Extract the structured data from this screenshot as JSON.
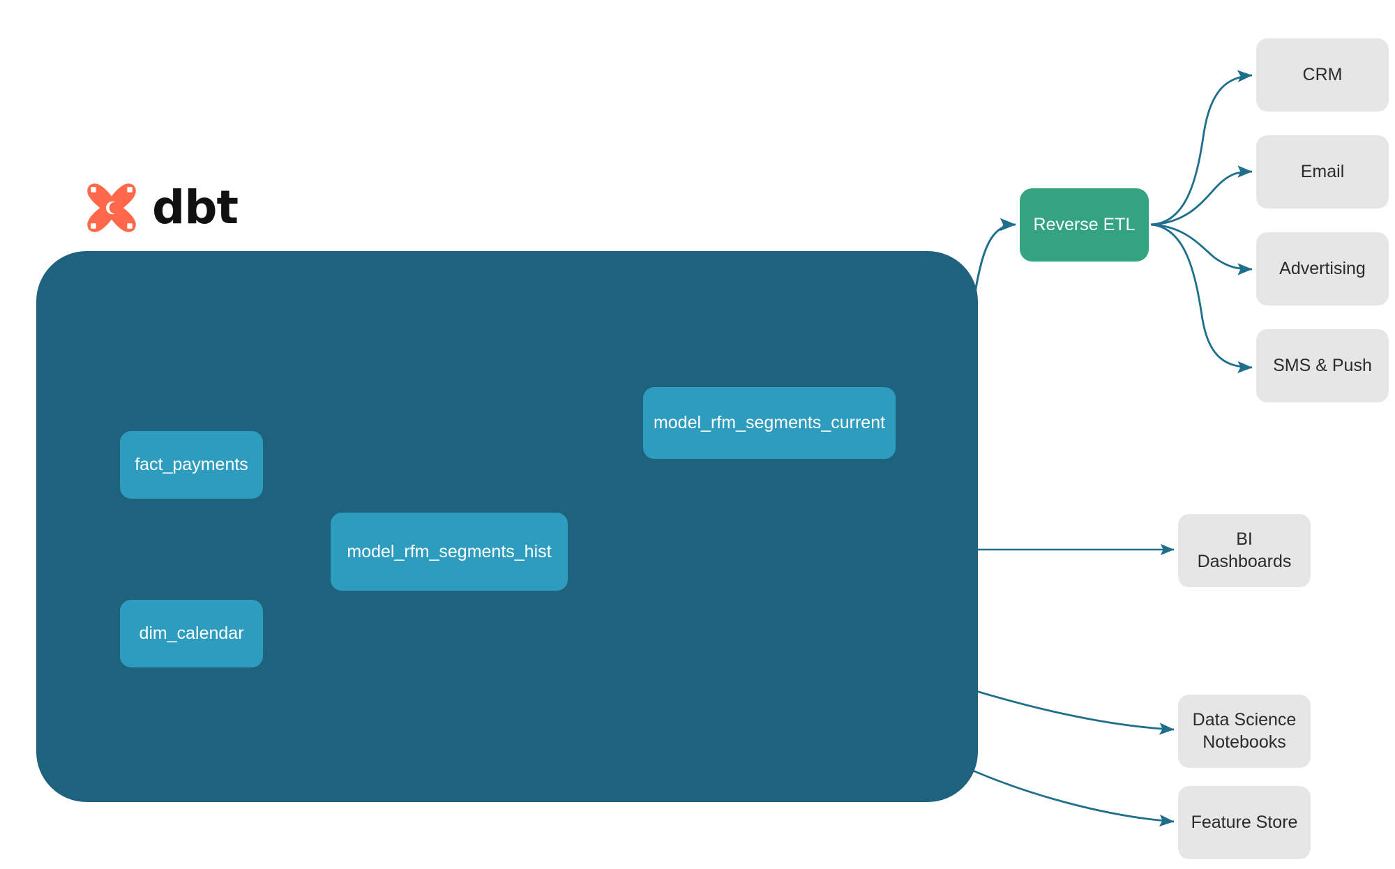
{
  "diagram": {
    "title": "dbt RFM segmentation pipeline and downstream activation",
    "brand": {
      "logo_name": "dbt-logo",
      "wordmark": "dbt",
      "logo_color": "#FF694A",
      "wordmark_color": "#111111"
    },
    "colors": {
      "warehouse_background": "#1E627E",
      "model_node": "#2E9CBE",
      "service_node": "#33A380",
      "destination_node": "#E6E6E6",
      "edge_external": "#1E6F8C",
      "edge_internal": "#3C8AA6",
      "page_background": "#FFFFFF"
    },
    "warehouse": {
      "name": "dbt-warehouse-container",
      "models": [
        {
          "id": "fact_payments",
          "label": "fact_payments"
        },
        {
          "id": "dim_calendar",
          "label": "dim_calendar"
        },
        {
          "id": "model_rfm_segments_hist",
          "label": "model_rfm_segments_hist"
        },
        {
          "id": "model_rfm_segments_current",
          "label": "model_rfm_segments_current"
        }
      ]
    },
    "services": [
      {
        "id": "reverse_etl",
        "label": "Reverse ETL"
      }
    ],
    "destinations": [
      {
        "id": "crm",
        "label": "CRM"
      },
      {
        "id": "email",
        "label": "Email"
      },
      {
        "id": "advertising",
        "label": "Advertising"
      },
      {
        "id": "sms_push",
        "label": "SMS & Push"
      },
      {
        "id": "bi_dashboards",
        "label": "BI Dashboards"
      },
      {
        "id": "ds_notebooks",
        "label": "Data Science\nNotebooks",
        "line1": "Data Science",
        "line2": "Notebooks"
      },
      {
        "id": "feature_store",
        "label": "Feature Store"
      }
    ],
    "edges": [
      {
        "from": "fact_payments",
        "to": "model_rfm_segments_hist",
        "style": "internal"
      },
      {
        "from": "dim_calendar",
        "to": "model_rfm_segments_hist",
        "style": "internal"
      },
      {
        "from": "model_rfm_segments_hist",
        "to": "model_rfm_segments_current",
        "style": "internal"
      },
      {
        "from": "model_rfm_segments_current",
        "to": "reverse_etl",
        "style": "external"
      },
      {
        "from": "model_rfm_segments_hist",
        "to": "bi_dashboards",
        "style": "external"
      },
      {
        "from": "model_rfm_segments_hist",
        "to": "ds_notebooks",
        "style": "external"
      },
      {
        "from": "model_rfm_segments_hist",
        "to": "feature_store",
        "style": "external"
      },
      {
        "from": "reverse_etl",
        "to": "crm",
        "style": "external"
      },
      {
        "from": "reverse_etl",
        "to": "email",
        "style": "external"
      },
      {
        "from": "reverse_etl",
        "to": "advertising",
        "style": "external"
      },
      {
        "from": "reverse_etl",
        "to": "sms_push",
        "style": "external"
      }
    ]
  }
}
